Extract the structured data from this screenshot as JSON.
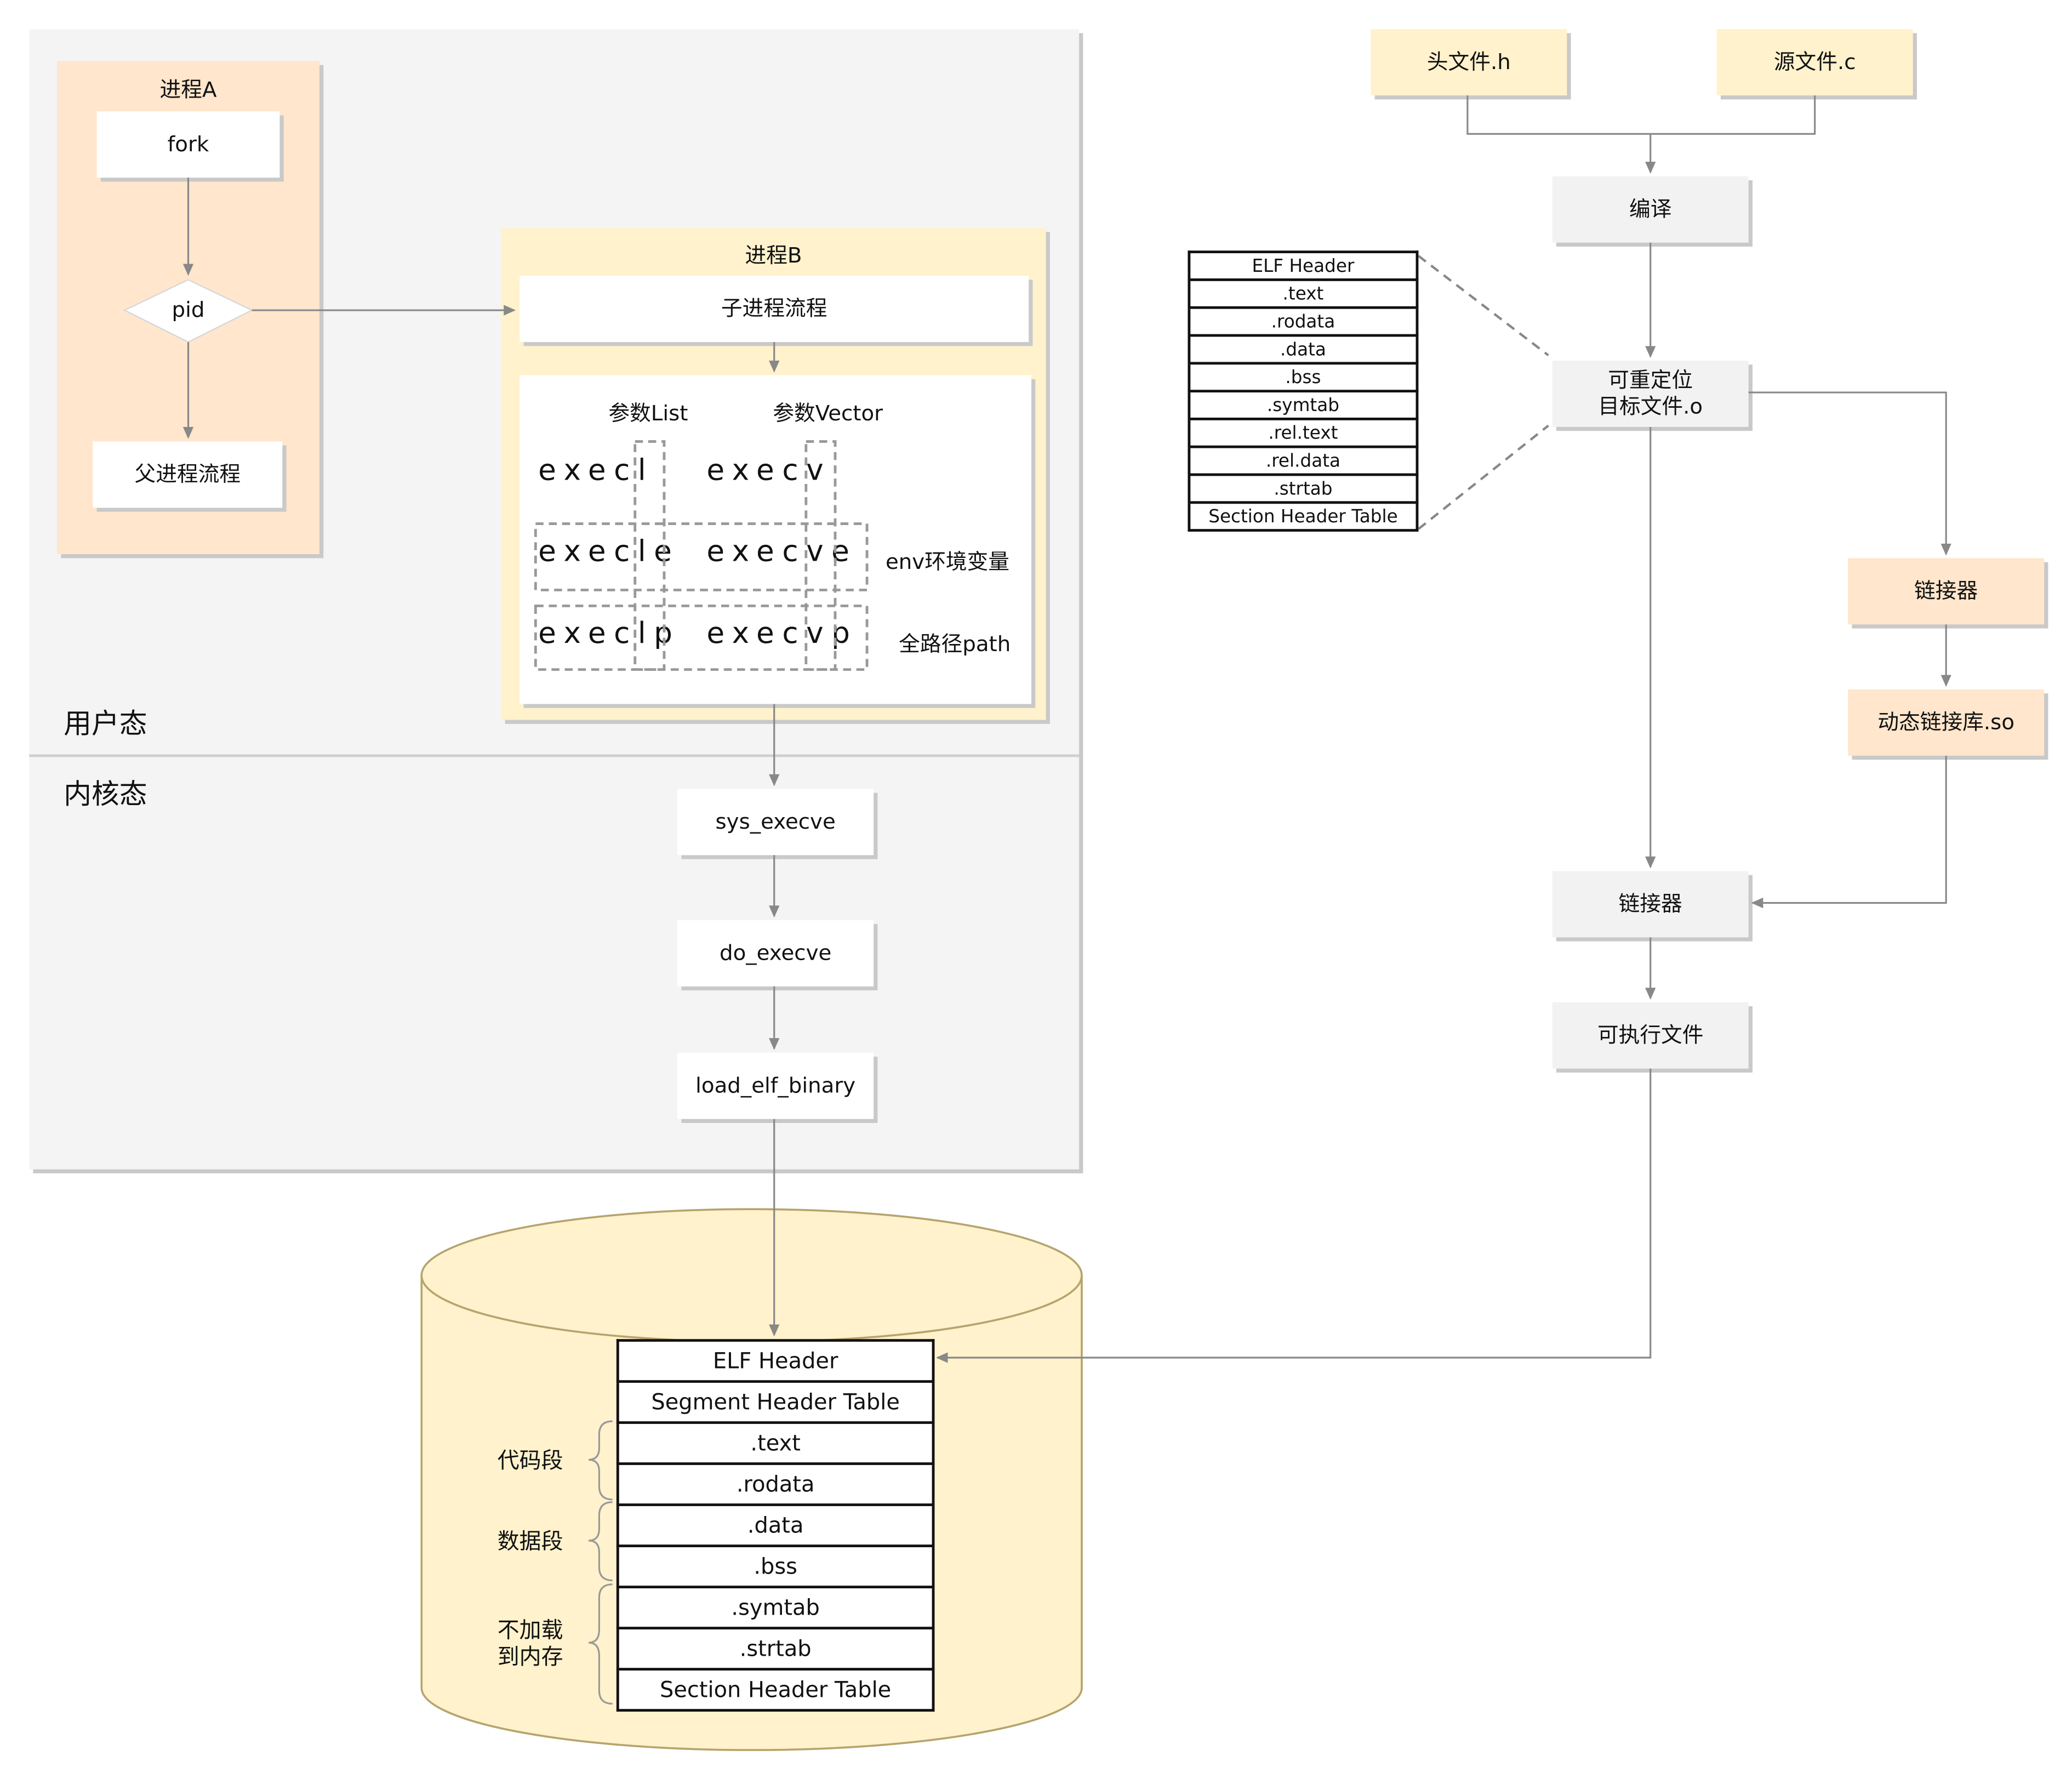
{
  "regions": {
    "user_mode": "用户态",
    "kernel_mode": "内核态"
  },
  "process_a": {
    "title": "进程A",
    "fork": "fork",
    "pid": "pid",
    "parent_flow": "父进程流程"
  },
  "process_b": {
    "title": "进程B",
    "child_flow": "子进程流程",
    "param_list": "参数List",
    "param_vector": "参数Vector",
    "exec_rows": [
      {
        "left": "execl",
        "right": "execv",
        "note": ""
      },
      {
        "left": "execle",
        "right": "execve",
        "note": "env环境变量"
      },
      {
        "left": "execlp",
        "right": "execvp",
        "note": "全路径path"
      }
    ]
  },
  "kernel_chain": [
    "sys_execve",
    "do_execve",
    "load_elf_binary"
  ],
  "build_flow": {
    "header_file": "头文件.h",
    "source_file": "源文件.c",
    "compile": "编译",
    "relocatable": "可重定位\n目标文件.o",
    "linker_top": "链接器",
    "dynamic_lib": "动态链接库.so",
    "linker_main": "链接器",
    "executable": "可执行文件"
  },
  "relocatable_sections": [
    "ELF Header",
    ".text",
    ".rodata",
    ".data",
    ".bss",
    ".symtab",
    ".rel.text",
    ".rel.data",
    ".strtab",
    "Section Header Table"
  ],
  "executable_sections": [
    "ELF Header",
    "Segment Header Table",
    ".text",
    ".rodata",
    ".data",
    ".bss",
    ".symtab",
    ".strtab",
    "Section Header Table"
  ],
  "segment_groups": {
    "code": "代码段",
    "data": "数据段",
    "not_loaded": "不加载\n到内存"
  },
  "colors": {
    "panel_bg": "#f4f4f4",
    "process_a_bg": "#ffe6cc",
    "process_b_bg": "#fff2cc",
    "cylinder_fill": "#fff2cc",
    "arrow": "#888888"
  }
}
